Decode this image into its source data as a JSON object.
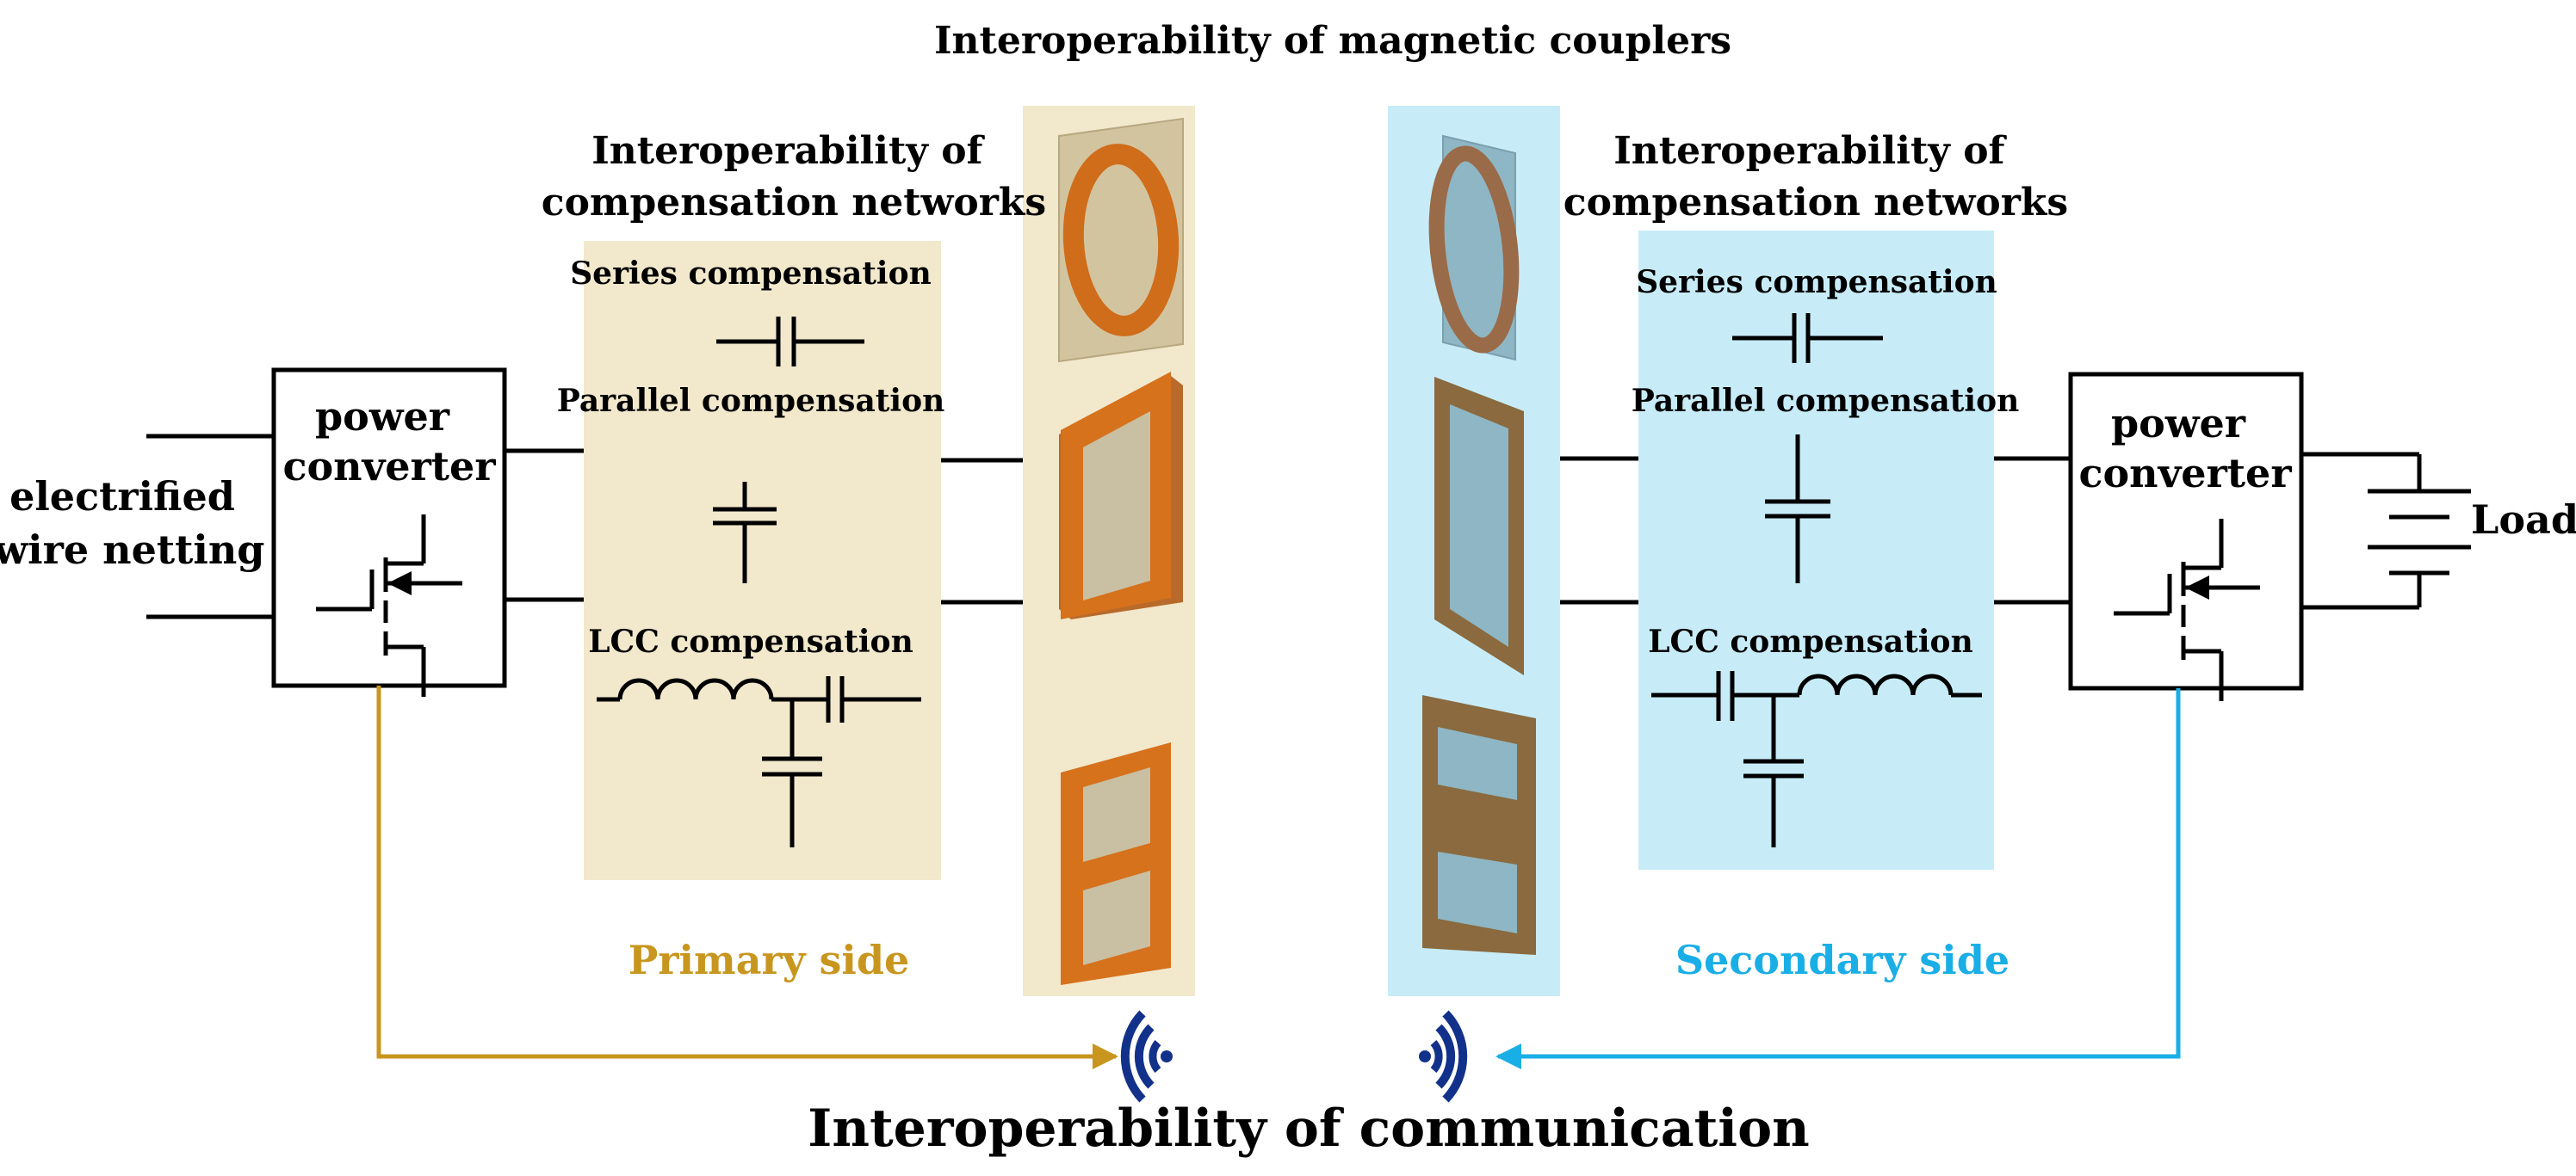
{
  "title": "Interoperability of magnetic couplers",
  "footer": "Interoperability of communication",
  "colors": {
    "primary_panel": "#f2e8cc",
    "secondary_panel": "#c7ecf8",
    "primary_accent": "#c8961f",
    "secondary_accent": "#1aaee6",
    "coil_copper": "#cf6d1a",
    "coil_brown": "#8a6a3e",
    "wireless_icon": "#12318a"
  },
  "icons": [
    "mosfet-icon",
    "battery-icon",
    "circular-coil-icon",
    "rectangular-coil-icon",
    "dd-coil-icon",
    "wireless-transmit-icon",
    "wireless-receive-icon"
  ],
  "left": {
    "source_label": [
      "electrified",
      "wire netting"
    ],
    "converter_label": [
      "power",
      "converter"
    ],
    "network_title": [
      "Interoperability of",
      "compensation networks"
    ],
    "series_label": "Series compensation",
    "parallel_label": "Parallel compensation",
    "lcc_label": "LCC compensation",
    "side_label": "Primary side"
  },
  "right": {
    "converter_label": [
      "power",
      "converter"
    ],
    "load_label": "Load",
    "network_title": [
      "Interoperability of",
      "compensation networks"
    ],
    "series_label": "Series compensation",
    "parallel_label": "Parallel compensation",
    "lcc_label": "LCC compensation",
    "side_label": "Secondary side"
  }
}
